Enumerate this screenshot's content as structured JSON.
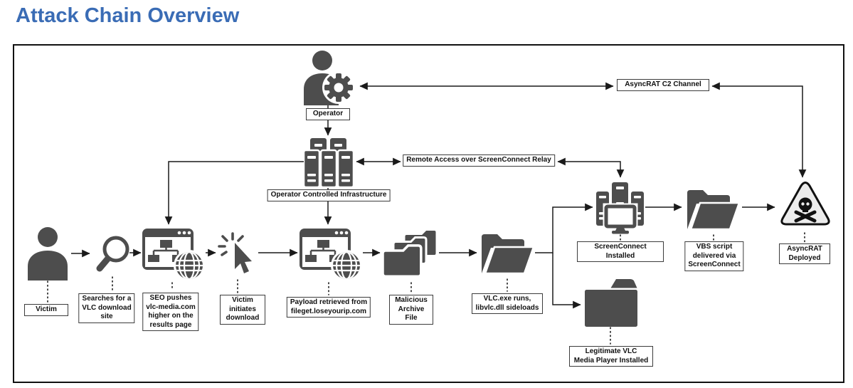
{
  "title": "Attack Chain Overview",
  "labels": {
    "operator": "Operator",
    "infrastructure": "Operator Controlled Infrastructure",
    "victim": "Victim",
    "search": "Searches for a\nVLC download\nsite",
    "seo": "SEO pushes\nvlc-media.com\nhigher on the\nresults page",
    "initiates": "Victim\ninitiates\ndownload",
    "payload": "Payload retrieved from\nfileget.loseyourip.com",
    "archive": "Malicious\nArchive\nFile",
    "vlc_runs": "VLC.exe runs,\nlibvlc.dll sideloads",
    "screenconnect": "ScreenConnect\nInstalled",
    "vbs": "VBS script\ndelivered via\nScreenConnect",
    "asyncrat": "AsyncRAT\nDeployed",
    "legit": "Legitimate VLC\nMedia Player Installed"
  },
  "edge_labels": {
    "c2": "AsyncRAT C2 Channel",
    "relay": "Remote Access over ScreenConnect Relay"
  },
  "icons": {
    "operator": "person-with-gear-icon",
    "infrastructure": "server-stack-icon",
    "victim": "person-icon",
    "search": "magnifier-icon",
    "seo_site": "browser-sitemap-globe-icon",
    "click": "cursor-click-icon",
    "payload_site": "browser-sitemap-globe-icon",
    "archive": "folder-stack-icon",
    "vlc_folder": "open-folder-icon",
    "screenconnect": "servers-monitor-icon",
    "vbs_folder": "open-folder-icon",
    "asyncrat": "hazard-skull-triangle-icon",
    "legit_folder": "closed-folder-icon"
  },
  "colors": {
    "title": "#3a6cb5",
    "icon": "#4d4d4d",
    "line": "#1a1a1a",
    "hazard_fill": "#ececec",
    "box_border": "#3c3c3c"
  }
}
